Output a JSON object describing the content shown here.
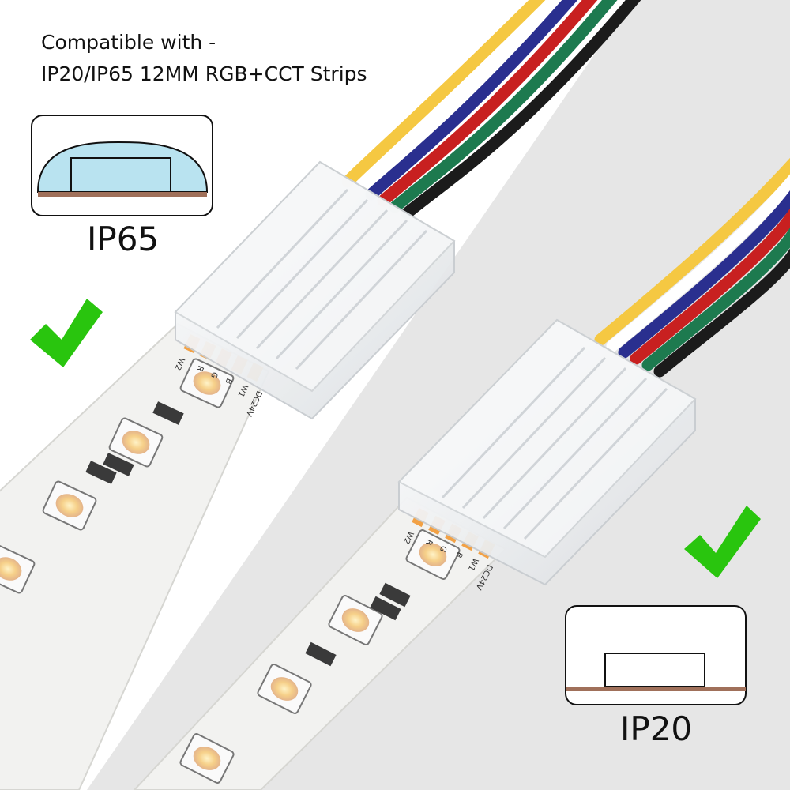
{
  "caption": {
    "line1": "Compatible with -",
    "line2": "IP20/IP65 12MM RGB+CCT Strips"
  },
  "badges": {
    "ip65": "IP65",
    "ip20": "IP20"
  },
  "pin_labels": {
    "w2": "W2",
    "r": "R",
    "g": "G",
    "b": "B",
    "w1": "W1",
    "dc24v": "DC24V"
  },
  "colors": {
    "background_light": "#e6e6e6",
    "background_white": "#ffffff",
    "checkmark_green": "#29c50e",
    "strip_pcb": "#f2f2f0",
    "copper_line": "#a0705a",
    "pad_orange": "#f2a145",
    "ip65_dome": "#b9e3f0",
    "wire_colors": [
      "#f5c842",
      "#ffffff",
      "#2a2f8f",
      "#c82020",
      "#1d7a4f",
      "#1b1b1b"
    ]
  },
  "icons": [
    "checkmark-icon",
    "ip65-dome-icon",
    "ip20-flat-icon"
  ]
}
